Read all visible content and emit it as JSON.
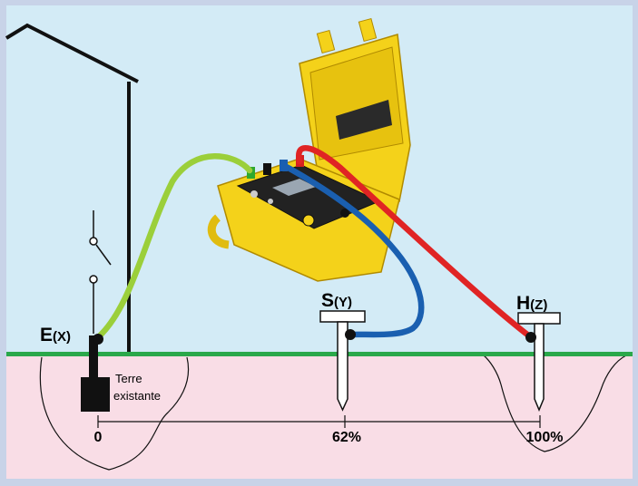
{
  "electrodes": {
    "earth": {
      "letter": "E",
      "sub": "(X)"
    },
    "probe": {
      "letter": "S",
      "sub": "(Y)"
    },
    "aux": {
      "letter": "H",
      "sub": "(Z)"
    }
  },
  "ground": {
    "existing_earth_line1": "Terre",
    "existing_earth_line2": "existante"
  },
  "distance_scale": {
    "start": "0",
    "middle": "62%",
    "end": "100%"
  },
  "colors": {
    "sky": "#d3ebf6",
    "soil": "#f9dde6",
    "ground_line": "#2aa84a",
    "green_lead": "#9bcf3a",
    "blue_lead": "#1a5fb0",
    "red_lead": "#e02424",
    "device_body": "#f4d21a"
  },
  "icons": [
    "house-icon",
    "switch-icon",
    "earth-tester-device-icon",
    "ground-stake-icon"
  ]
}
